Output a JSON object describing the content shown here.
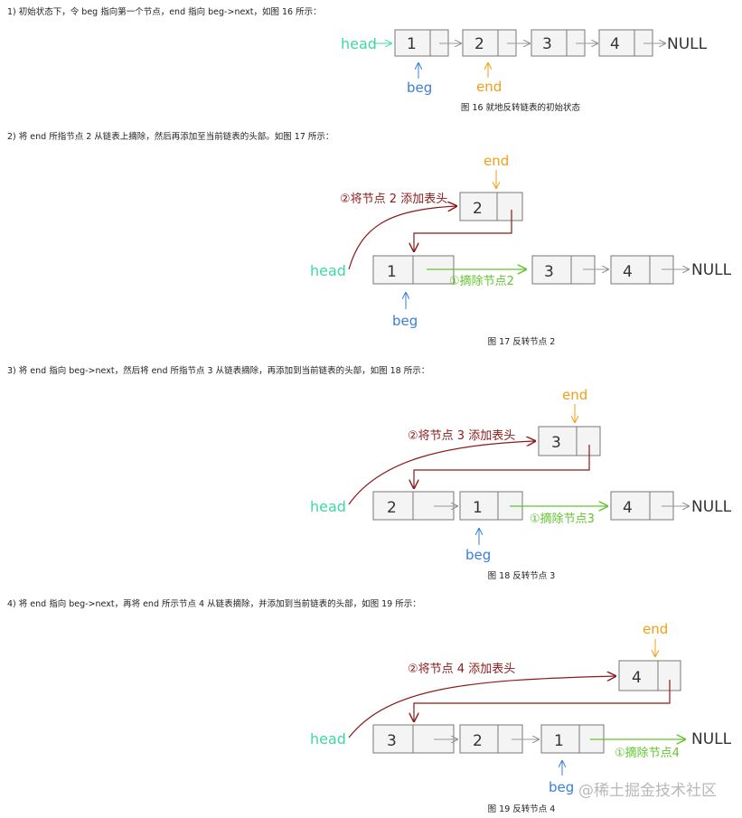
{
  "steps": [
    {
      "caption": "1) 初始状态下，令 beg 指向第一个节点，end 指向 beg->next，如图 16 所示：",
      "figure_label": "图 16 就地反转链表的初始状态"
    },
    {
      "caption": "2) 将 end 所指节点 2 从链表上摘除，然后再添加至当前链表的头部。如图 17 所示：",
      "figure_label": "图 17 反转节点 2"
    },
    {
      "caption": "3) 将 end 指向 beg->next，然后将 end 所指节点 3 从链表摘除，再添加到当前链表的头部，如图 18 所示：",
      "figure_label": "图 18 反转节点 3"
    },
    {
      "caption": "4) 将 end 指向 beg->next，再将 end 所示节点 4 从链表摘除，并添加到当前链表的头部，如图 19 所示：",
      "figure_label": "图 19 反转节点 4"
    }
  ],
  "labels": {
    "head": "head",
    "beg": "beg",
    "end": "end",
    "null": "NULL"
  },
  "figures": [
    {
      "nodes": [
        "1",
        "2",
        "3",
        "4"
      ]
    },
    {
      "list": [
        "1",
        "3",
        "4"
      ],
      "moving": "2",
      "add_label": "②将节点 2 添加表头",
      "remove_label": "①摘除节点2"
    },
    {
      "list": [
        "2",
        "1",
        "4"
      ],
      "moving": "3",
      "add_label": "②将节点 3 添加表头",
      "remove_label": "①摘除节点3"
    },
    {
      "list": [
        "3",
        "2",
        "1"
      ],
      "moving": "4",
      "add_label": "②将节点 4 添加表头",
      "remove_label": "①摘除节点4"
    }
  ],
  "watermark": "@稀土掘金技术社区",
  "colors": {
    "head": "#3fd8a4",
    "beg": "#3a7fd5",
    "end": "#f29d16",
    "add": "#8b1a1a",
    "remove": "#62c42f"
  }
}
